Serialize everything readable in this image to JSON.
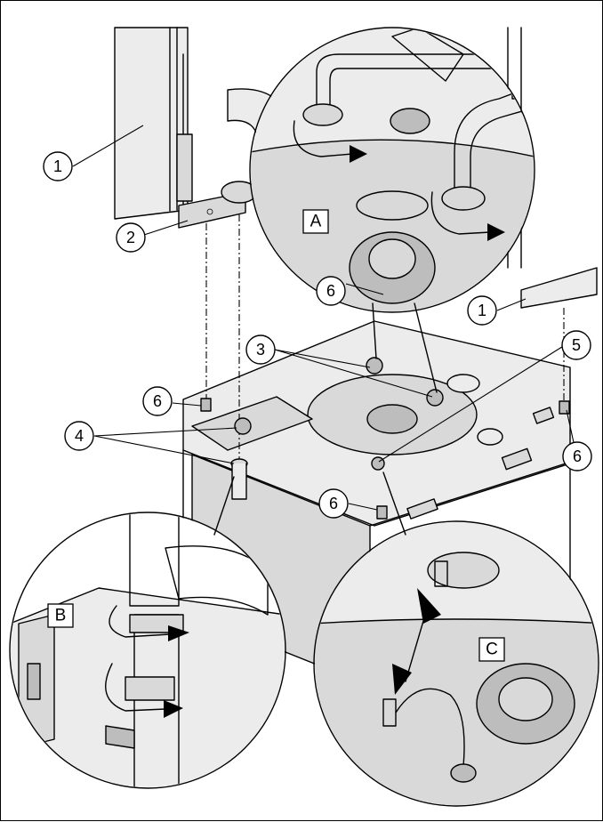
{
  "figure": {
    "callouts": [
      {
        "id": "c1a",
        "label": "1"
      },
      {
        "id": "c1b",
        "label": "1"
      },
      {
        "id": "c2",
        "label": "2"
      },
      {
        "id": "c3",
        "label": "3"
      },
      {
        "id": "c4",
        "label": "4"
      },
      {
        "id": "c5",
        "label": "5"
      },
      {
        "id": "c6a",
        "label": "6"
      },
      {
        "id": "c6b",
        "label": "6"
      },
      {
        "id": "c6c",
        "label": "6"
      },
      {
        "id": "c6d",
        "label": "6"
      }
    ],
    "details": [
      {
        "id": "A",
        "label": "A"
      },
      {
        "id": "B",
        "label": "B"
      },
      {
        "id": "C",
        "label": "C"
      }
    ],
    "colors": {
      "line": "#000000",
      "shade_light": "#ececec",
      "shade_mid": "#d9d9d9",
      "shade_dark": "#bdbdbd"
    }
  }
}
